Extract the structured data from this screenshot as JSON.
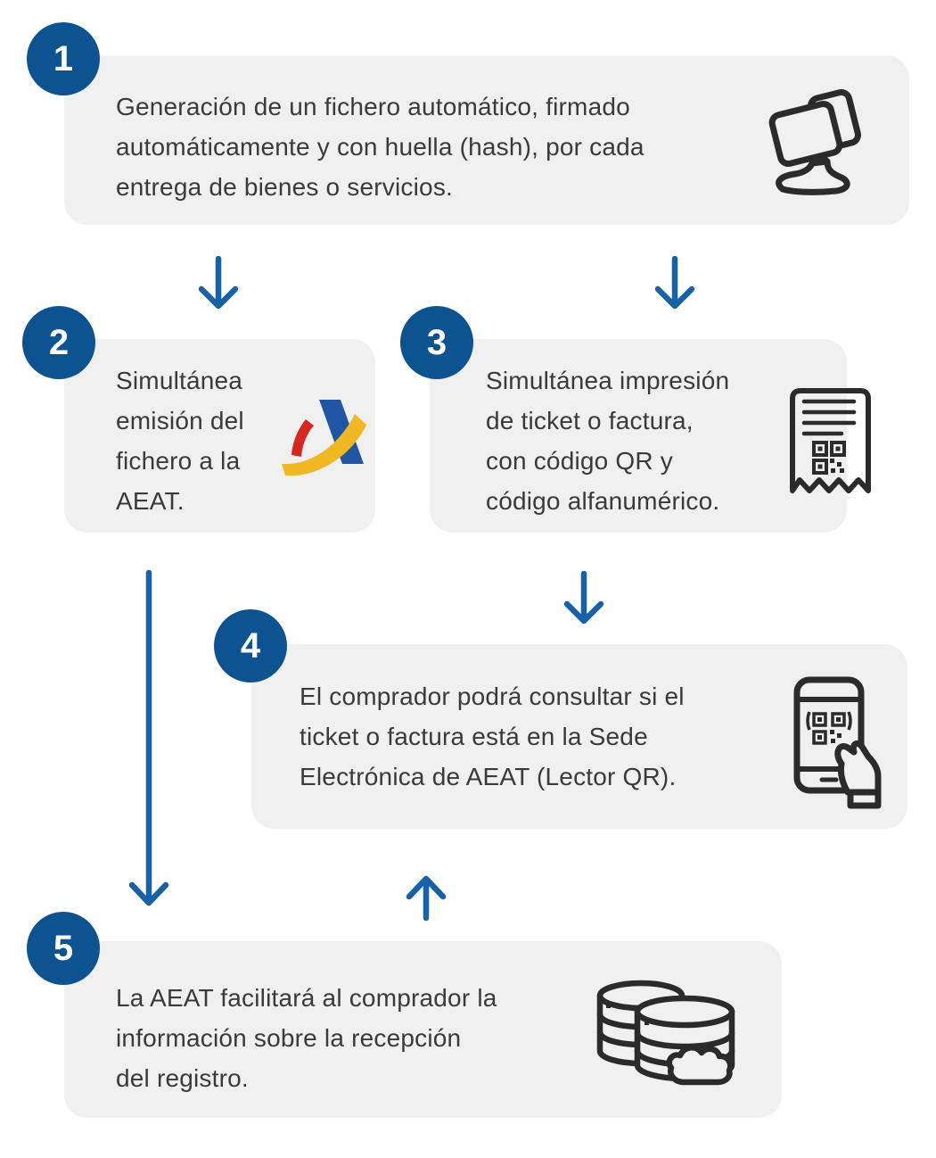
{
  "diagram": {
    "steps": [
      {
        "number": "1",
        "text": "Generación de un fichero automático, firmado\nautomáticamente y con huella (hash), por cada\nentrega de bienes o servicios.",
        "icon": "pos-terminal-icon"
      },
      {
        "number": "2",
        "text": "Simultánea\nemisión del\nfichero a la\nAEAT.",
        "icon": "aeat-logo"
      },
      {
        "number": "3",
        "text": "Simultánea impresión\nde ticket o factura,\ncon código QR y\ncódigo alfanumérico.",
        "icon": "receipt-qr-icon"
      },
      {
        "number": "4",
        "text": "El comprador podrá consultar si el\nticket o factura está en la Sede\nElectrónica de AEAT (Lector QR).",
        "icon": "phone-qr-scan-icon"
      },
      {
        "number": "5",
        "text": "La AEAT facilitará al comprador la\ninformación sobre la recepción\ndel registro.",
        "icon": "database-cloud-icon"
      }
    ],
    "arrows": [
      {
        "from": "1",
        "to": "2",
        "direction": "down"
      },
      {
        "from": "1",
        "to": "3",
        "direction": "down"
      },
      {
        "from": "3",
        "to": "4",
        "direction": "down"
      },
      {
        "from": "2",
        "to": "5",
        "direction": "down"
      },
      {
        "from": "5",
        "to": "4",
        "direction": "up"
      }
    ],
    "colors": {
      "step_badge": "#0D5291",
      "arrow": "#1661A7",
      "box_background": "#F0F0F0",
      "text": "#3A3A3A",
      "icon_stroke": "#2B2B2B",
      "aeat_blue": "#2156A4",
      "aeat_yellow": "#F0B822",
      "aeat_red": "#D8261F"
    }
  }
}
